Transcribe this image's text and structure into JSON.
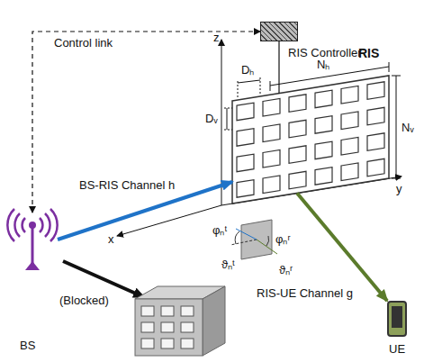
{
  "diagram": {
    "nodes": [
      {
        "text": [
          "BS"
        ]
      },
      {
        "text": [
          "RIS Controller"
        ]
      },
      {
        "text": [
          "RIS"
        ]
      },
      {
        "text": [
          "UE"
        ]
      }
    ],
    "edges": [
      {
        "from": 0,
        "to": 1,
        "arrow": "both",
        "label": "Control link"
      },
      {
        "from": 1,
        "to": 2,
        "arrow": "none"
      },
      {
        "from": 0,
        "to": 2,
        "arrow": "to",
        "label": "BS-RIS Channel h"
      },
      {
        "from": 2,
        "to": 3,
        "arrow": "to",
        "label": "RIS-UE Channel g"
      }
    ],
    "labels": [
      "z",
      "x",
      "y",
      "Dₕ",
      "Dᵥ",
      "Nₕ",
      "Nᵥ",
      "(Blocked)",
      "φₙᵗ",
      "ϑₙᵗ",
      "φₙʳ",
      "ϑₙʳ"
    ]
  }
}
